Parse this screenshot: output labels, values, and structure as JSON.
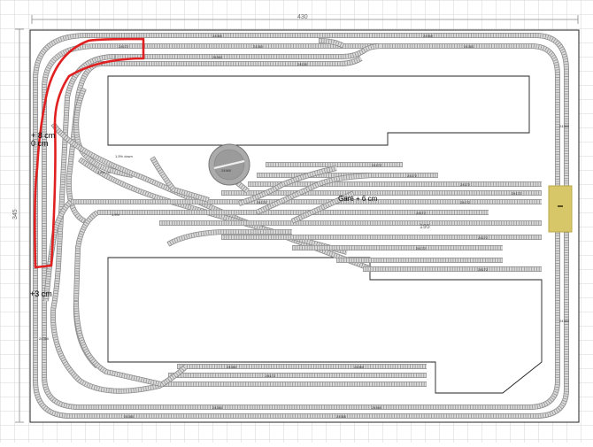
{
  "dimensions": {
    "width": "430",
    "height": "345",
    "station_length": "195"
  },
  "annotations": {
    "level_top_left": "+ 8 cm",
    "level_zero": "0 cm",
    "level_left_low": "+3 cm",
    "station": "Gare + 6 cm",
    "slope_down": "1,5% down",
    "slope_up": "1,5% up",
    "slope_small": "1,5%",
    "turntable_code": "24960"
  },
  "track_codes": [
    "24360",
    "24172",
    "24236",
    "24130",
    "24188",
    "24194",
    "24472"
  ],
  "colors": {
    "grid": "#d6d6d6",
    "board_outline": "#222222",
    "rail": "#8a8a8a",
    "sleeper_fill": "#d9d9d9",
    "highlight": "#e02020",
    "crossing": "#d8c768",
    "turntable": "#9a9a9a"
  }
}
